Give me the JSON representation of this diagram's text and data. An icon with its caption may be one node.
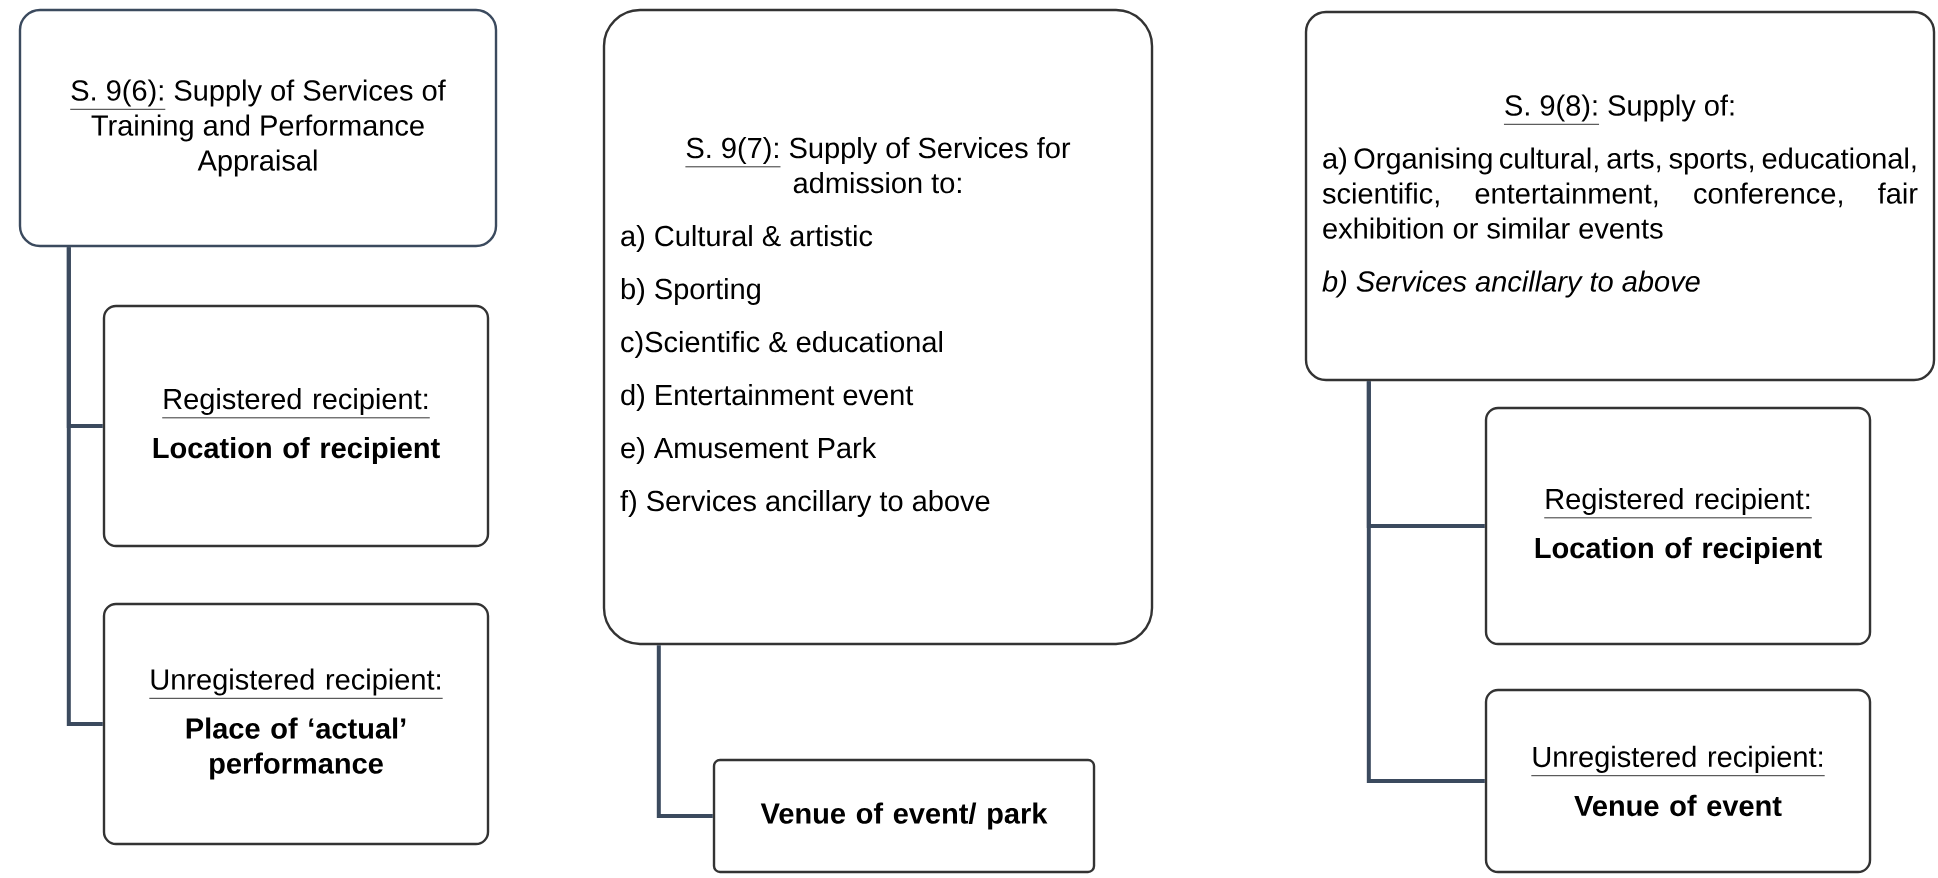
{
  "diagram": {
    "nodes": [
      {
        "text": [
          "S. 9(6):",
          "Supply of Services of Training and Performance Appraisal"
        ]
      },
      {
        "text": [
          "Registered recipient:",
          "Location of recipient"
        ]
      },
      {
        "text": [
          "Unregistered recipient:",
          "Place of ‘actual’ performance"
        ]
      },
      {
        "text": [
          "S. 9(7):",
          "Supply of Services for admission to:",
          "a) Cultural & artistic",
          "b) Sporting",
          "c)Scientific & educational",
          "d) Entertainment event",
          "e) Amusement Park",
          "f) Services ancillary to above"
        ]
      },
      {
        "text": [
          "Venue of event/ park"
        ]
      },
      {
        "text": [
          "S. 9(8):",
          "Supply of:",
          "a) Organising cultural, arts, sports, educational, scientific, entertainment, conference, fair exhibition or similar events",
          "b) Services ancillary to above"
        ]
      },
      {
        "text": [
          "Registered recipient:",
          "Location of recipient"
        ]
      },
      {
        "text": [
          "Unregistered recipient:",
          "Venue of event"
        ]
      }
    ],
    "edges": [
      {
        "from": 0,
        "to": 1,
        "arrow": "none"
      },
      {
        "from": 0,
        "to": 2,
        "arrow": "none"
      },
      {
        "from": 3,
        "to": 4,
        "arrow": "none"
      },
      {
        "from": 5,
        "to": 6,
        "arrow": "none"
      },
      {
        "from": 5,
        "to": 7,
        "arrow": "none"
      }
    ]
  }
}
